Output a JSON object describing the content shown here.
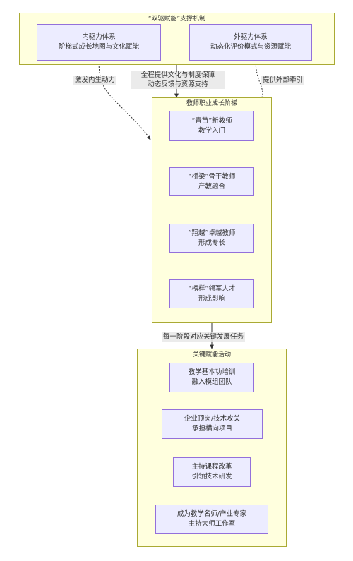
{
  "clusters": {
    "mechanism": {
      "title": "“双驱赋能”支撑机制"
    },
    "ladder": {
      "title": "教师职业成长阶梯"
    },
    "activities": {
      "title": "关键赋能活动"
    }
  },
  "nodes": {
    "internal": {
      "line1": "内驱力体系",
      "line2": "阶梯式成长地图与文化赋能"
    },
    "external": {
      "line1": "外驱力体系",
      "line2": "动态化评价模式与资源赋能"
    },
    "stage1": {
      "line1": "“青苗”新教师",
      "line2": "教学入门"
    },
    "stage2": {
      "line1": "“桥梁”骨干教师",
      "line2": "产教融合"
    },
    "stage3": {
      "line1": "“翔越”卓越教师",
      "line2": "形成专长"
    },
    "stage4": {
      "line1": "“榜样”领军人才",
      "line2": "形成影响"
    },
    "act1": {
      "line1": "教学基本功培训",
      "line2": "融入模组团队"
    },
    "act2": {
      "line1": "企业顶岗/技术攻关",
      "line2": "承担横向项目"
    },
    "act3": {
      "line1": "主持课程改革",
      "line2": "引领技术研发"
    },
    "act4": {
      "line1": "成为教学名师/产业专家",
      "line2": "主持大师工作室"
    }
  },
  "edge_labels": {
    "internal_motivation": "激发内生动力",
    "guarantee_line1": "全程提供文化与制度保障",
    "guarantee_line2": "动态反馈与资源支持",
    "external_pull": "提供外部牵引",
    "stage_tasks": "每一阶段对应关键发展任务"
  },
  "colors": {
    "cluster_fill": "#ffffde",
    "cluster_border": "#aaaa33",
    "node_fill": "#ececff",
    "node_border": "#9370db",
    "edge": "#333333",
    "label_bg": "#e8e8e8"
  }
}
